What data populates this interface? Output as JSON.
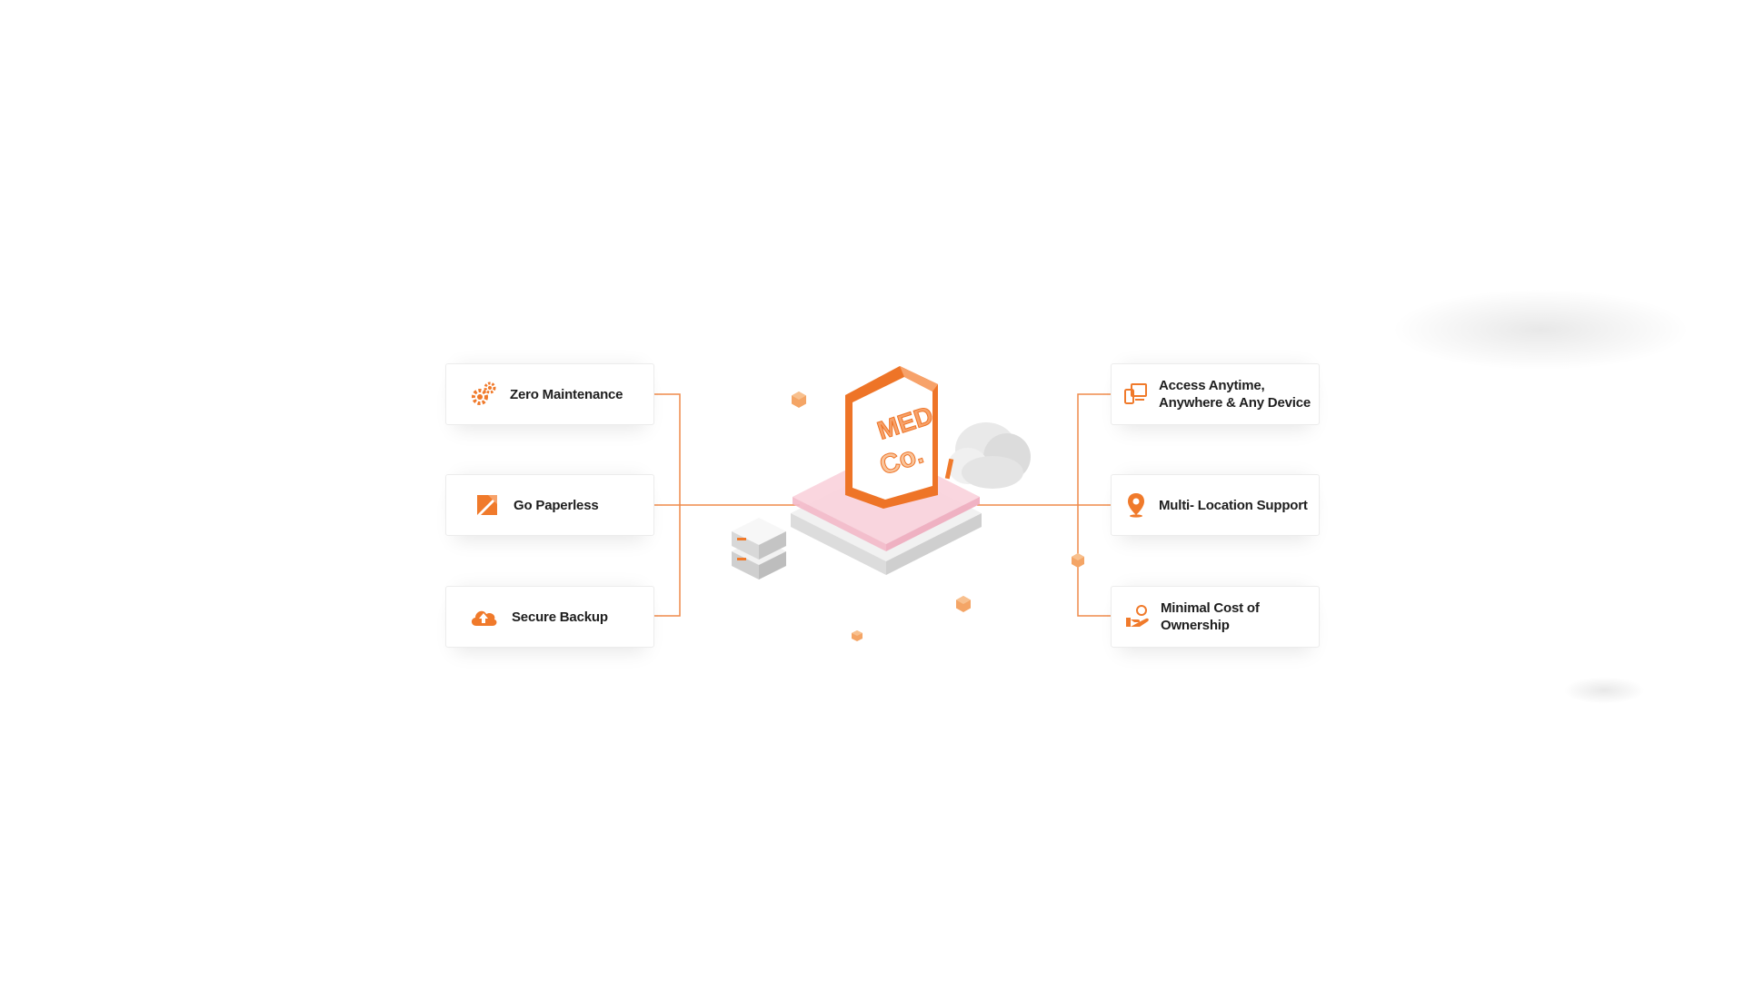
{
  "diagram": {
    "left_features": [
      {
        "label": "Zero Maintenance",
        "icon": "gears-icon"
      },
      {
        "label": "Go Paperless",
        "icon": "paperless-icon"
      },
      {
        "label": "Secure Backup",
        "icon": "cloud-upload-icon"
      }
    ],
    "right_features": [
      {
        "label": "Access Anytime,",
        "label2": "Anywhere & Any Device",
        "icon": "devices-icon"
      },
      {
        "label": "Multi- Location Support",
        "icon": "location-pin-icon"
      },
      {
        "label": "Minimal Cost of",
        "label2": "Ownership",
        "icon": "hand-coins-icon"
      }
    ],
    "center_logo": {
      "text_top": "MED",
      "text_bottom": "Co."
    },
    "colors": {
      "accent": "#f07a2b",
      "line": "#ef8a4a",
      "text": "#1e1e1e",
      "platform_pink": "#f8c9d6",
      "platform_grey": "#e6e6e6"
    }
  }
}
